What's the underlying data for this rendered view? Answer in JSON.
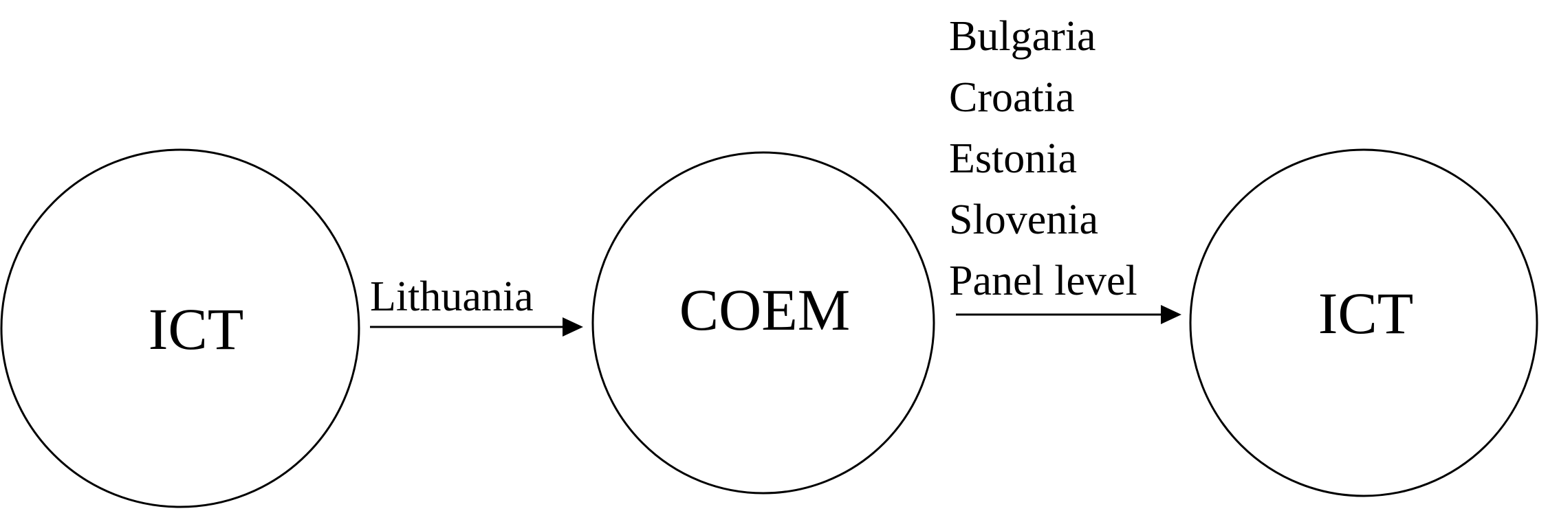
{
  "nodes": [
    {
      "id": "ict-source",
      "label": "ICT"
    },
    {
      "id": "coem",
      "label": "COEM"
    },
    {
      "id": "ict-target",
      "label": "ICT"
    }
  ],
  "edges": [
    {
      "from": "ict-source",
      "to": "coem",
      "labels": [
        "Lithuania"
      ]
    },
    {
      "from": "coem",
      "to": "ict-target",
      "labels": [
        "Bulgaria",
        "Croatia",
        "Estonia",
        "Slovenia",
        "Panel level"
      ]
    }
  ],
  "colors": {
    "stroke": "#000000",
    "background": "#ffffff"
  }
}
